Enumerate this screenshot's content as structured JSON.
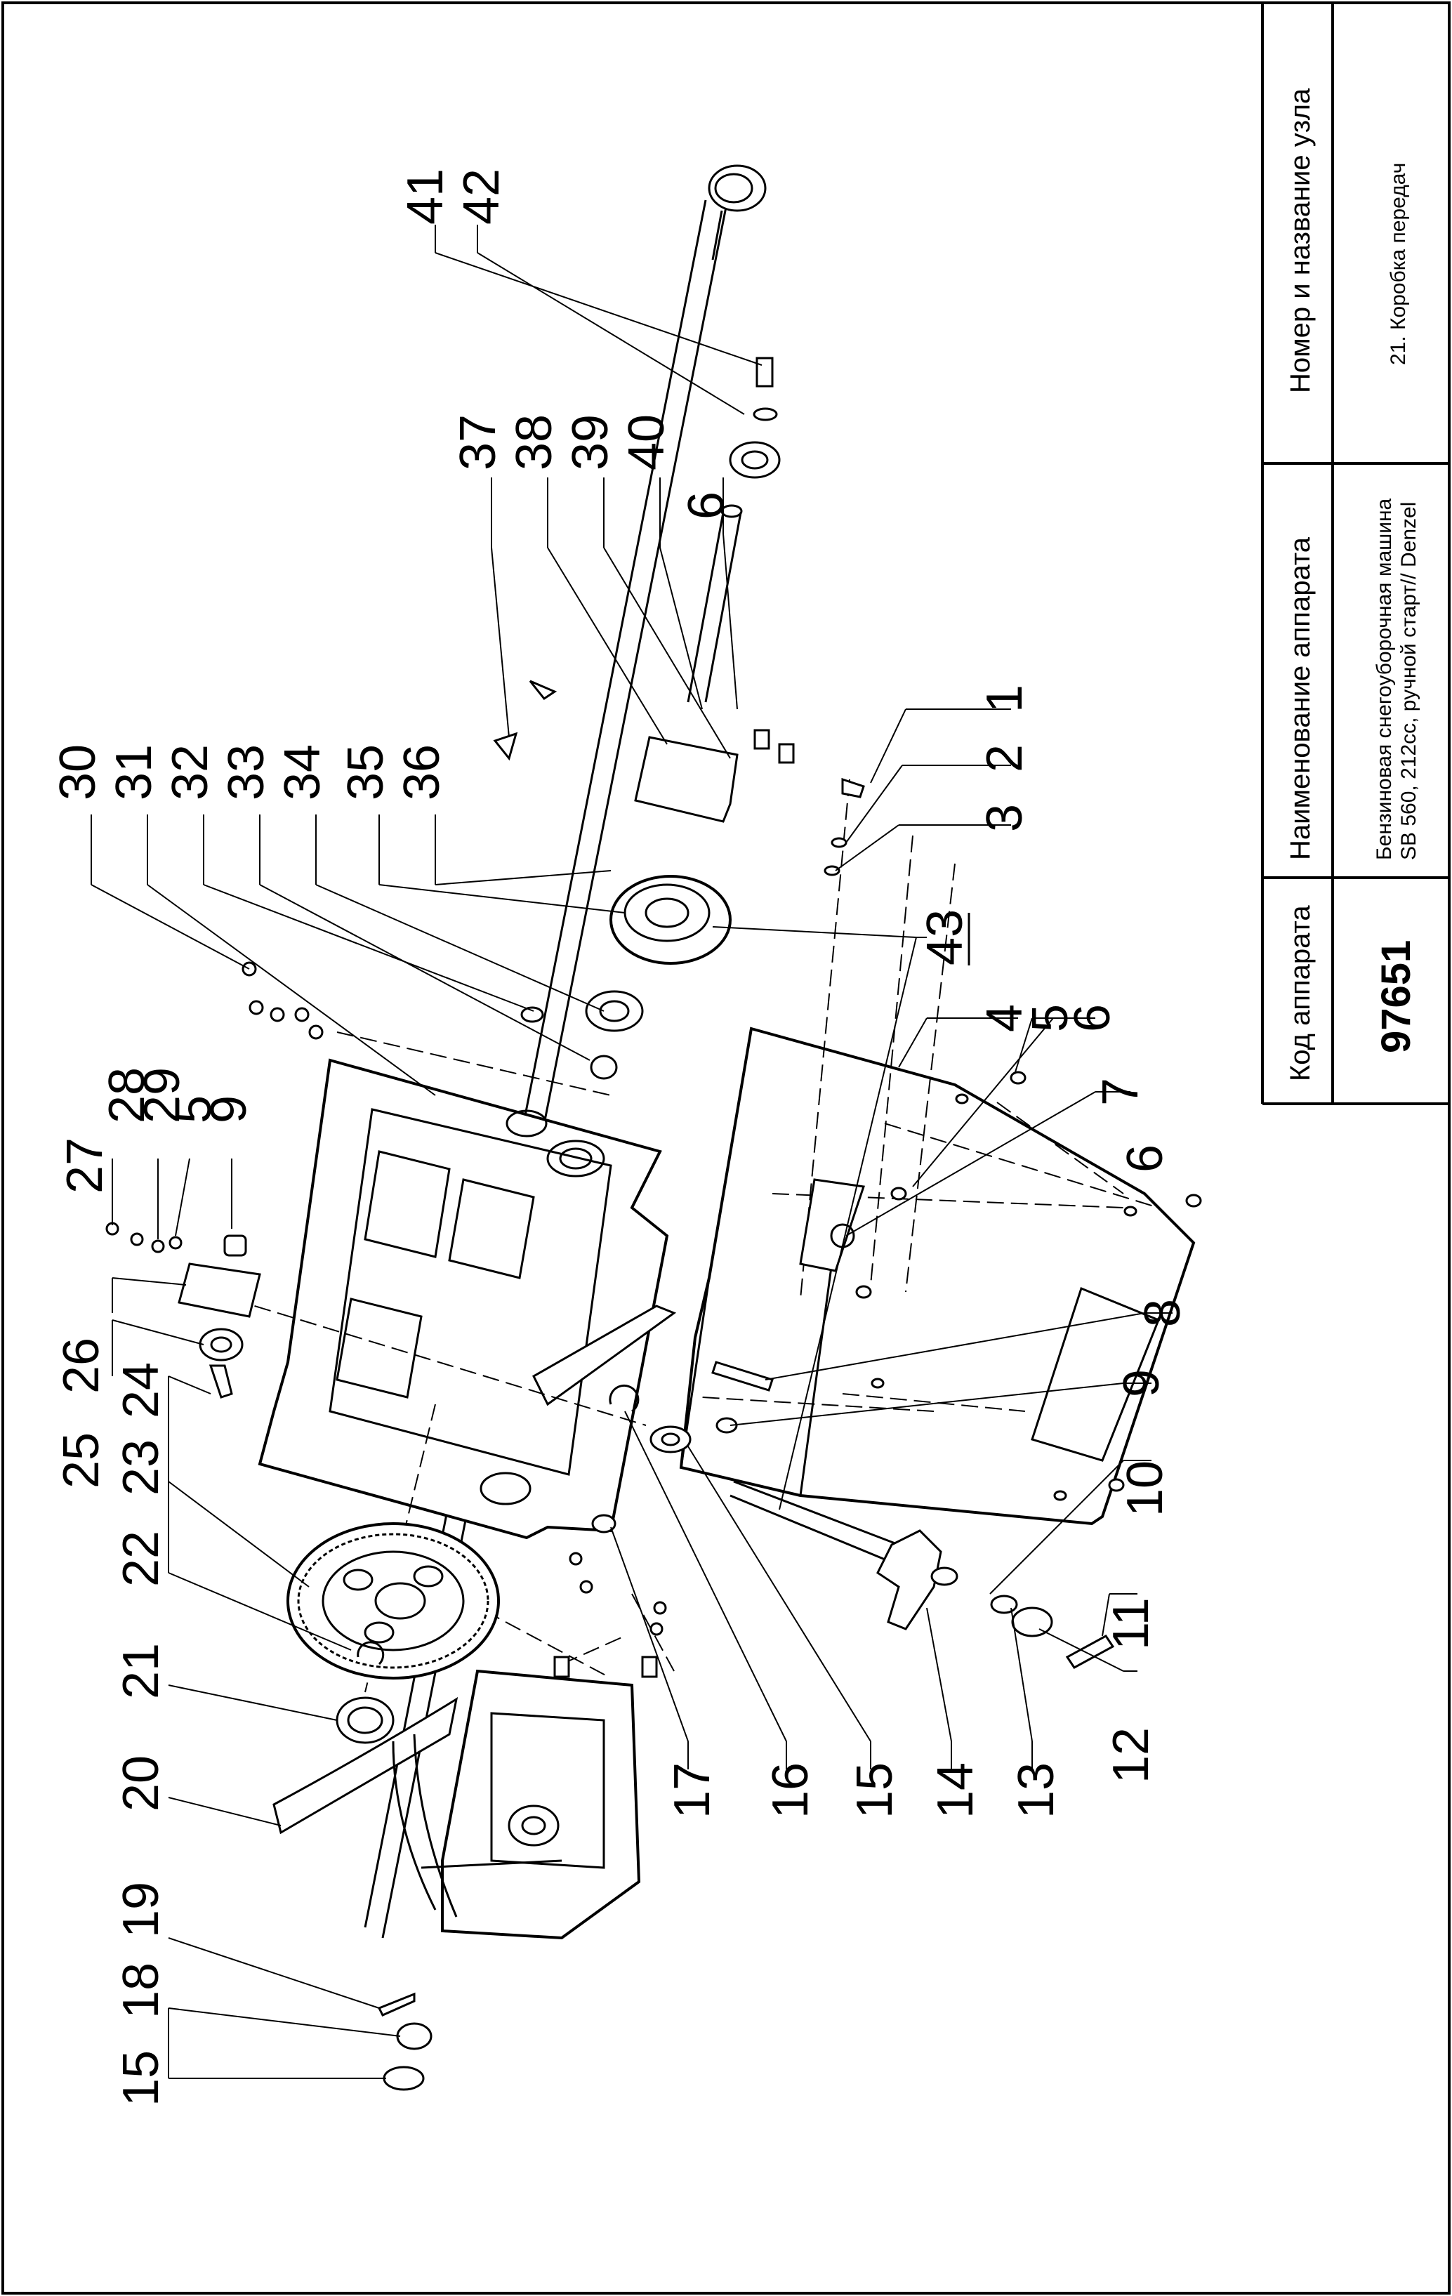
{
  "title_block": {
    "code_header": "Код аппарата",
    "code_value": "97651",
    "name_header": "Наименование аппарата",
    "name_line1": "Бензиновая снегоуборочная машина",
    "name_line2": "SB 560, 212cc, ручной старт// Denzel",
    "unit_header": "Номер и название узла",
    "unit_value": "21. Коробка передач"
  },
  "callouts": [
    "1",
    "2",
    "3",
    "4",
    "5",
    "6",
    "7",
    "8",
    "9",
    "10",
    "11",
    "12",
    "13",
    "14",
    "15",
    "16",
    "17",
    "18",
    "19",
    "20",
    "21",
    "22",
    "23",
    "24",
    "25",
    "26",
    "27",
    "28",
    "29",
    "5",
    "9",
    "30",
    "31",
    "32",
    "33",
    "34",
    "35",
    "36",
    "37",
    "38",
    "39",
    "40",
    "6",
    "41",
    "42",
    "43",
    "15",
    "6"
  ],
  "colors": {
    "line": "#000000",
    "background": "#ffffff"
  }
}
